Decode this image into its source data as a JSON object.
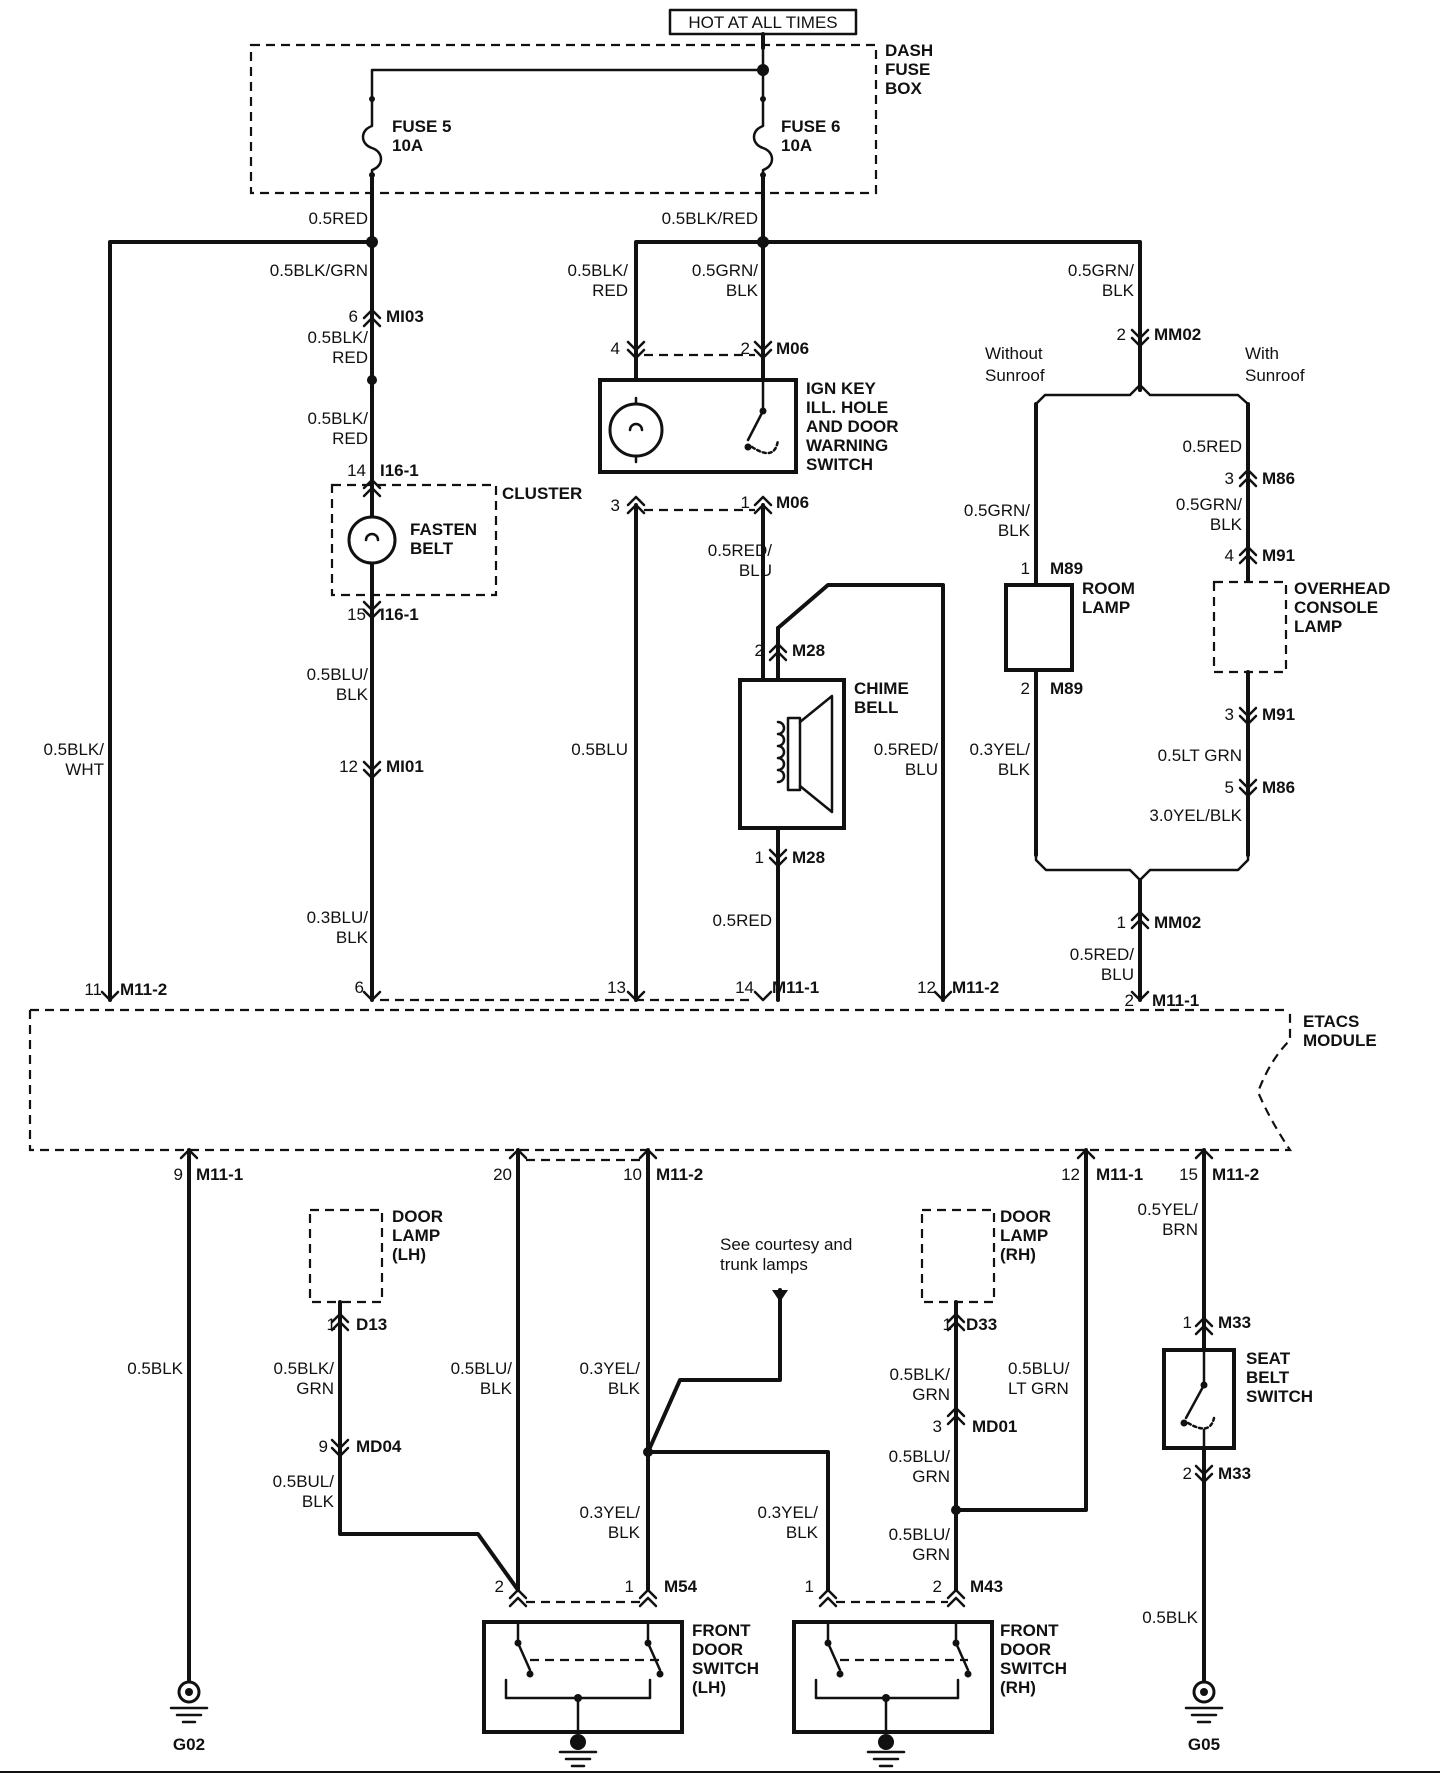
{
  "header": {
    "hot_at_all_times": "HOT AT ALL TIMES"
  },
  "fusebox": {
    "line1": "DASH",
    "line2": "FUSE",
    "line3": "BOX"
  },
  "fuses": [
    {
      "name": "FUSE 5",
      "rating": "10A"
    },
    {
      "name": "FUSE 6",
      "rating": "10A"
    }
  ],
  "components": {
    "cluster": "CLUSTER",
    "fasten_belt": [
      "FASTEN",
      "BELT"
    ],
    "ign_key": [
      "IGN KEY",
      "ILL. HOLE",
      "AND DOOR",
      "WARNING",
      "SWITCH"
    ],
    "chime_bell": [
      "CHIME",
      "BELL"
    ],
    "room_lamp": [
      "ROOM",
      "LAMP"
    ],
    "overhead_lamp": [
      "OVERHEAD",
      "CONSOLE",
      "LAMP"
    ],
    "etacs_module": [
      "ETACS",
      "MODULE"
    ],
    "door_lamp_lh": [
      "DOOR",
      "LAMP",
      "(LH)"
    ],
    "door_lamp_rh": [
      "DOOR",
      "LAMP",
      "(RH)"
    ],
    "seat_belt_switch": [
      "SEAT",
      "BELT",
      "SWITCH"
    ],
    "front_door_lh": [
      "FRONT",
      "DOOR",
      "SWITCH",
      "(LH)"
    ],
    "front_door_rh": [
      "FRONT",
      "DOOR",
      "SWITCH",
      "(RH)"
    ]
  },
  "variants": {
    "without_sunroof": [
      "Without",
      "Sunroof"
    ],
    "with_sunroof": [
      "With",
      "Sunroof"
    ]
  },
  "note_courtesy": [
    "See courtesy and",
    "trunk lamps"
  ],
  "grounds": {
    "g02": "G02",
    "g05": "G05"
  },
  "wire_labels": {
    "w_05red": "0.5RED",
    "w_05blkred_top": "0.5BLK/RED",
    "w_05blkgrn_a": "0.5BLK/GRN",
    "w_05blkred_a": [
      "0.5BLK/",
      "RED"
    ],
    "w_05blkred_b": [
      "0.5BLK/",
      "RED"
    ],
    "w_05blkred_c": [
      "0.5BLK/",
      "RED"
    ],
    "w_05grnblk_a": [
      "0.5GRN/",
      "BLK"
    ],
    "w_05grnblk_b": [
      "0.5GRN/",
      "BLK"
    ],
    "w_05blublk_a": [
      "0.5BLU/",
      "BLK"
    ],
    "w_03blublk": [
      "0.3BLU/",
      "BLK"
    ],
    "w_05blkwht": [
      "0.5BLK/",
      "WHT"
    ],
    "w_05blu": "0.5BLU",
    "w_05redblu_a": [
      "0.5RED/",
      "BLU"
    ],
    "w_05redblu_b": [
      "0.5RED/",
      "BLU"
    ],
    "w_05red_b": "0.5RED",
    "w_05red_c": "0.5RED",
    "w_05grnblk_c": [
      "0.5GRN/",
      "BLK"
    ],
    "w_05grnblk_d": [
      "0.5GRN/",
      "BLK"
    ],
    "w_03yelblk_room": [
      "0.3YEL/",
      "BLK"
    ],
    "w_05ltgrn": "0.5LT GRN",
    "w_30yelblk": "3.0YEL/BLK",
    "w_05redblu_c": [
      "0.5RED/",
      "BLU"
    ],
    "w_05blk_left": "0.5BLK",
    "w_05blkgrn_lh": [
      "0.5BLK/",
      "GRN"
    ],
    "w_05bulblk": [
      "0.5BUL/",
      "BLK"
    ],
    "w_05blublk_b": [
      "0.5BLU/",
      "BLK"
    ],
    "w_03yelblk_a": [
      "0.3YEL/",
      "BLK"
    ],
    "w_03yelblk_b": [
      "0.3YEL/",
      "BLK"
    ],
    "w_03yelblk_c": [
      "0.3YEL/",
      "BLK"
    ],
    "w_05blkgrn_rh": [
      "0.5BLK/",
      "GRN"
    ],
    "w_05blultgrn": [
      "0.5BLU/",
      "LT GRN"
    ],
    "w_05blugrn_a": [
      "0.5BLU/",
      "GRN"
    ],
    "w_05blugrn_b": [
      "0.5BLU/",
      "GRN"
    ],
    "w_05yelbrn": [
      "0.5YEL/",
      "BRN"
    ],
    "w_05blk_right": "0.5BLK"
  },
  "connectors": [
    {
      "pin": "6",
      "name": "MI03"
    },
    {
      "pin": "14",
      "name": "I16-1"
    },
    {
      "pin": "15",
      "name": "I16-1"
    },
    {
      "pin": "12",
      "name": "MI01"
    },
    {
      "pin": "4",
      "name": ""
    },
    {
      "pin": "2",
      "name": "M06"
    },
    {
      "pin": "3",
      "name": ""
    },
    {
      "pin": "1",
      "name": "M06"
    },
    {
      "pin": "2",
      "name": "M28"
    },
    {
      "pin": "1",
      "name": "M28"
    },
    {
      "pin": "2",
      "name": "MM02"
    },
    {
      "pin": "3",
      "name": "M86"
    },
    {
      "pin": "4",
      "name": "M91"
    },
    {
      "pin": "1",
      "name": "M89"
    },
    {
      "pin": "2",
      "name": "M89"
    },
    {
      "pin": "3",
      "name": "M91"
    },
    {
      "pin": "5",
      "name": "M86"
    },
    {
      "pin": "1",
      "name": "MM02"
    },
    {
      "pin": "11",
      "name": "M11-2"
    },
    {
      "pin": "6",
      "name": ""
    },
    {
      "pin": "13",
      "name": ""
    },
    {
      "pin": "14",
      "name": "M11-1"
    },
    {
      "pin": "12",
      "name": "M11-2"
    },
    {
      "pin": "2",
      "name": "M11-1"
    },
    {
      "pin": "9",
      "name": "M11-1"
    },
    {
      "pin": "20",
      "name": ""
    },
    {
      "pin": "10",
      "name": "M11-2"
    },
    {
      "pin": "12",
      "name": "M11-1"
    },
    {
      "pin": "15",
      "name": "M11-2"
    },
    {
      "pin": "1",
      "name": "D13"
    },
    {
      "pin": "9",
      "name": "MD04"
    },
    {
      "pin": "1",
      "name": "D33"
    },
    {
      "pin": "3",
      "name": "MD01"
    },
    {
      "pin": "1",
      "name": "M33"
    },
    {
      "pin": "2",
      "name": "M33"
    },
    {
      "pin": "2",
      "name": ""
    },
    {
      "pin": "1",
      "name": "M54"
    },
    {
      "pin": "1",
      "name": ""
    },
    {
      "pin": "2",
      "name": "M43"
    }
  ]
}
